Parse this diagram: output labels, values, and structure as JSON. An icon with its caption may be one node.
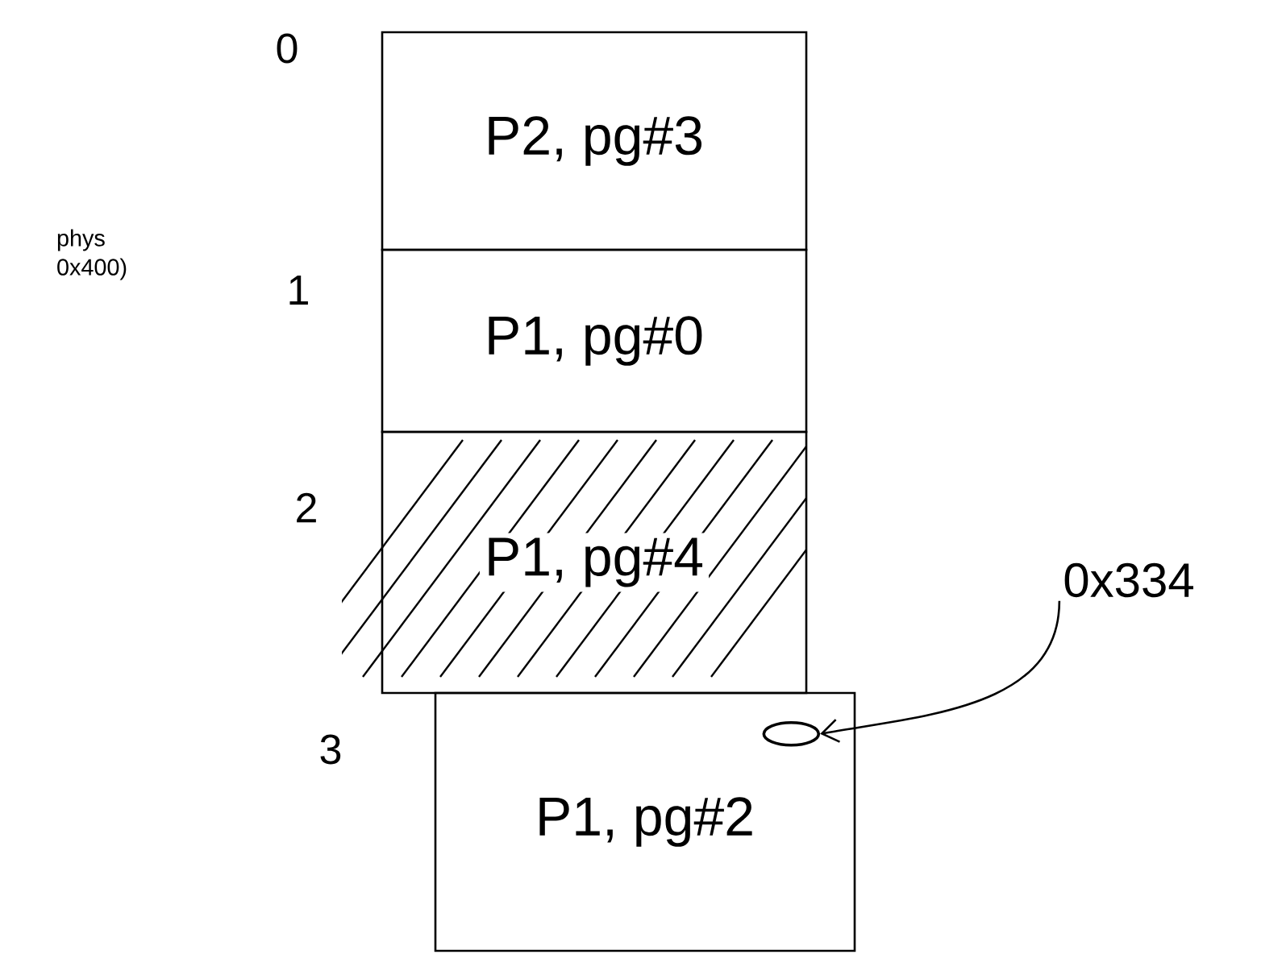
{
  "diagram": {
    "nodes": [
      {
        "text": [
          "P2, pg#3"
        ]
      },
      {
        "text": [
          "P1, pg#0"
        ]
      },
      {
        "text": [
          "P1, pg#4"
        ]
      },
      {
        "text": [
          "P1, pg#2"
        ]
      },
      {
        "text": [],
        "shape": "oval",
        "in": 3
      },
      {
        "text": [
          "0x334"
        ]
      }
    ],
    "edges": [
      {
        "from": 5,
        "to": 4,
        "arrow": "to"
      }
    ],
    "labels": [
      "0",
      "phys 0x400)",
      "1",
      "2",
      "3"
    ]
  }
}
